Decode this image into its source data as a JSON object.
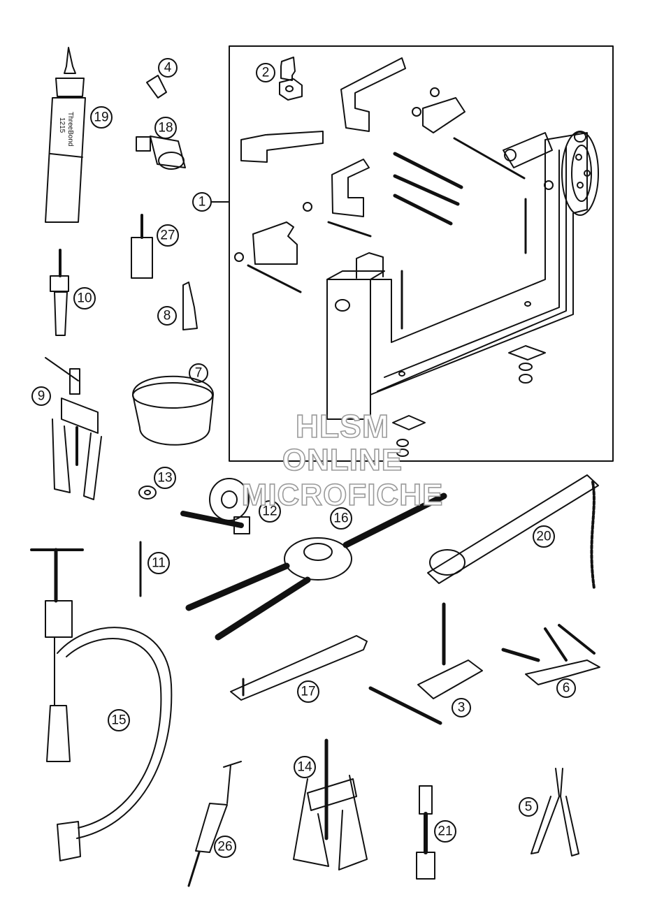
{
  "callouts": [
    {
      "id": "c1",
      "label": "1"
    },
    {
      "id": "c2",
      "label": "2"
    },
    {
      "id": "c3",
      "label": "3"
    },
    {
      "id": "c4",
      "label": "4"
    },
    {
      "id": "c5",
      "label": "5"
    },
    {
      "id": "c6",
      "label": "6"
    },
    {
      "id": "c7",
      "label": "7"
    },
    {
      "id": "c8",
      "label": "8"
    },
    {
      "id": "c9",
      "label": "9"
    },
    {
      "id": "c10",
      "label": "10"
    },
    {
      "id": "c11",
      "label": "11"
    },
    {
      "id": "c12",
      "label": "12"
    },
    {
      "id": "c13",
      "label": "13"
    },
    {
      "id": "c14",
      "label": "14"
    },
    {
      "id": "c15",
      "label": "15"
    },
    {
      "id": "c16",
      "label": "16"
    },
    {
      "id": "c17",
      "label": "17"
    },
    {
      "id": "c18",
      "label": "18"
    },
    {
      "id": "c19",
      "label": "19"
    },
    {
      "id": "c20",
      "label": "20"
    },
    {
      "id": "c21",
      "label": "21"
    },
    {
      "id": "c26",
      "label": "26"
    },
    {
      "id": "c27",
      "label": "27"
    }
  ],
  "tube_label": {
    "brand": "ThreeBond",
    "code": "1215"
  },
  "watermark": {
    "line1": "HLSM",
    "line2": "ONLINE",
    "line3": "MICROFICHE"
  }
}
